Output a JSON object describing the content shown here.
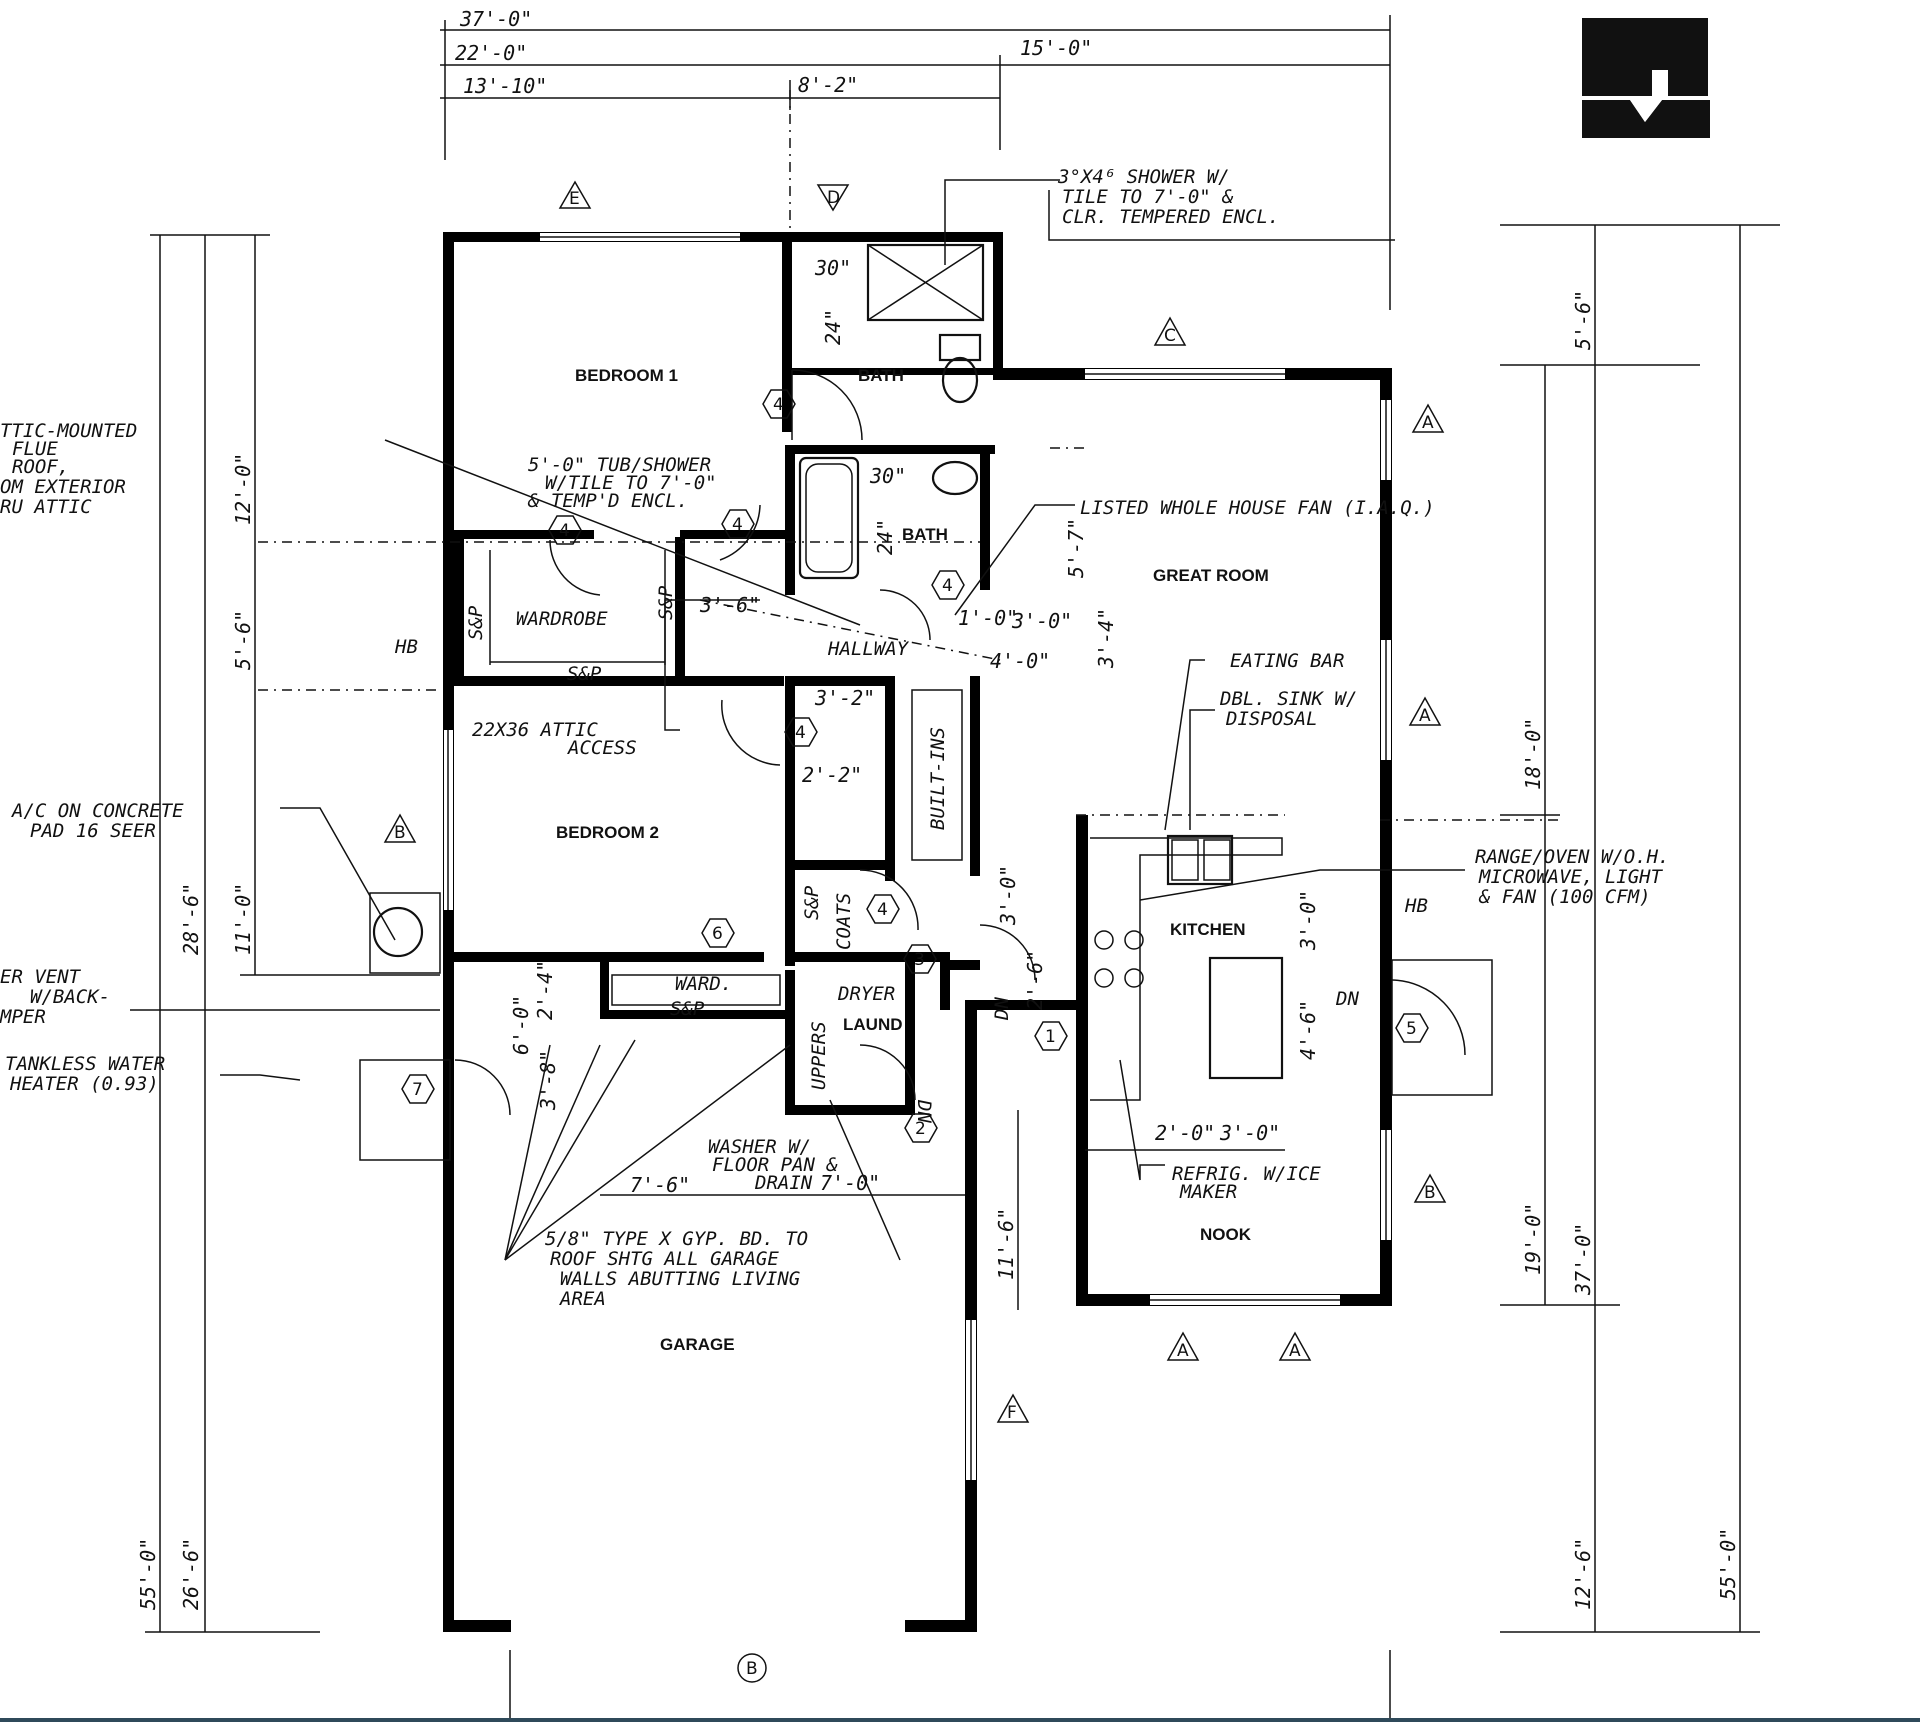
{
  "rooms": {
    "bedroom1": "BEDROOM 1",
    "bath1": "BATH",
    "bath2": "BATH",
    "great_room": "GREAT ROOM",
    "bedroom2": "BEDROOM 2",
    "kitchen": "KITCHEN",
    "laund": "LAUND",
    "nook": "NOOK",
    "garage": "GARAGE"
  },
  "notes": {
    "shower": [
      "3°X4⁶ SHOWER W/",
      "TILE TO 7'-0\" &",
      "CLR. TEMPERED ENCL."
    ],
    "attic_flue": [
      "TTIC-MOUNTED",
      "FLUE",
      "ROOF,",
      "OM EXTERIOR",
      "RU ATTIC"
    ],
    "tub": [
      "5'-0\" TUB/SHOWER",
      "W/TILE TO 7'-0\"",
      "& TEMP'D ENCL."
    ],
    "whole_house_fan": "LISTED WHOLE HOUSE FAN (I.A.Q.)",
    "wardrobe": "WARDROBE",
    "hallway": "HALLWAY",
    "eating_bar": "EATING BAR",
    "dbl_sink": [
      "DBL. SINK W/",
      "DISPOSAL"
    ],
    "attic_access": [
      "22X36 ATTIC",
      "ACCESS"
    ],
    "built_ins": "BUILT-INS",
    "ac": [
      "A/C ON CONCRETE",
      "PAD   16 SEER"
    ],
    "range": [
      "RANGE/OVEN W/O.H.",
      "MICROWAVE, LIGHT",
      "& FAN (100 CFM)"
    ],
    "dryer_vent": [
      "ER VENT",
      "W/BACK-",
      "MPER"
    ],
    "tankless": [
      "TANKLESS WATER",
      "HEATER (0.93)"
    ],
    "ward": "WARD.",
    "coats": "COATS",
    "dryer": "DRYER",
    "uppers": "UPPERS",
    "washer": [
      "WASHER W/",
      "FLOOR PAN &",
      "DRAIN"
    ],
    "refrig": [
      "REFRIG. W/ICE",
      "MAKER"
    ],
    "gyp_bd": [
      "5/8\" TYPE X GYP. BD. TO",
      "ROOF SHTG ALL GARAGE",
      "WALLS ABUTTING LIVING",
      "AREA"
    ],
    "hb_left": "HB",
    "hb_right": "HB",
    "shelf_pole_1": "S&P",
    "shelf_pole_2": "S&P",
    "shelf_pole_3": "S&P",
    "shelf_pole_4": "S&P",
    "shelf_pole_5": "S&P",
    "dn_1": "DN",
    "dn_2": "DN",
    "dn_3": "DN"
  },
  "dimensions": {
    "top_overall": "37'-0\"",
    "top_22": "22'-0\"",
    "top_15": "15'-0\"",
    "top_13_10": "13'-10\"",
    "top_8_2": "8'-2\"",
    "left_12": "12'-0\"",
    "left_5_6": "5'-6\"",
    "left_11": "11'-0\"",
    "left_28_6": "28'-6\"",
    "left_55": "55'-0\"",
    "left_26_6": "26'-6\"",
    "right_5_6": "5'-6\"",
    "right_18": "18'-0\"",
    "right_19": "19'-0\"",
    "right_37": "37'-0\"",
    "right_12_6": "12'-6\"",
    "right_55": "55'-0\"",
    "d_30a": "30\"",
    "d_24a": "24\"",
    "d_30b": "30\"",
    "d_24b": "24\"",
    "d_5_7": "5'-7\"",
    "d_3_6": "3'-6\"",
    "d_1_0": "1'-0\"",
    "d_3_0a": "3'-0\"",
    "d_4_0": "4'-0\"",
    "d_3_4": "3'-4\"",
    "d_3_2": "3'-2\"",
    "d_2_2": "2'-2\"",
    "d_3_0b": "3'-0\"",
    "d_3_0c": "3'-0\"",
    "d_4_6": "4'-6\"",
    "d_2_0": "2'-0\"",
    "d_3_0d": "3'-0\"",
    "d_2_6": "2'-6\"",
    "d_6_0": "6'-0\"",
    "d_2_4": "2'-4\"",
    "d_3_8": "3'-8\"",
    "d_7_6": "7'-6\"",
    "d_7_0": "7'-0\"",
    "d_11_6": "11'-6\""
  },
  "tags": {
    "elev_E": "E",
    "elev_D_top": "D",
    "elev_C": "C",
    "elev_A1": "A",
    "elev_A2": "A",
    "elev_A3": "A",
    "elev_A4": "A",
    "elev_B_right": "B",
    "elev_B_left": "B",
    "elev_F": "F",
    "elev_B_bottom": "B",
    "door_4a": "4",
    "door_4b": "4",
    "door_4c": "4",
    "door_4d": "4",
    "door_4e": "4",
    "door_4f": "4",
    "door_6": "6",
    "door_3": "3",
    "door_1": "1",
    "door_2": "2",
    "door_5": "5",
    "door_7": "7"
  },
  "colors": {
    "ink": "#111111",
    "paper": "#ffffff",
    "strip": "#2f4a5a"
  }
}
